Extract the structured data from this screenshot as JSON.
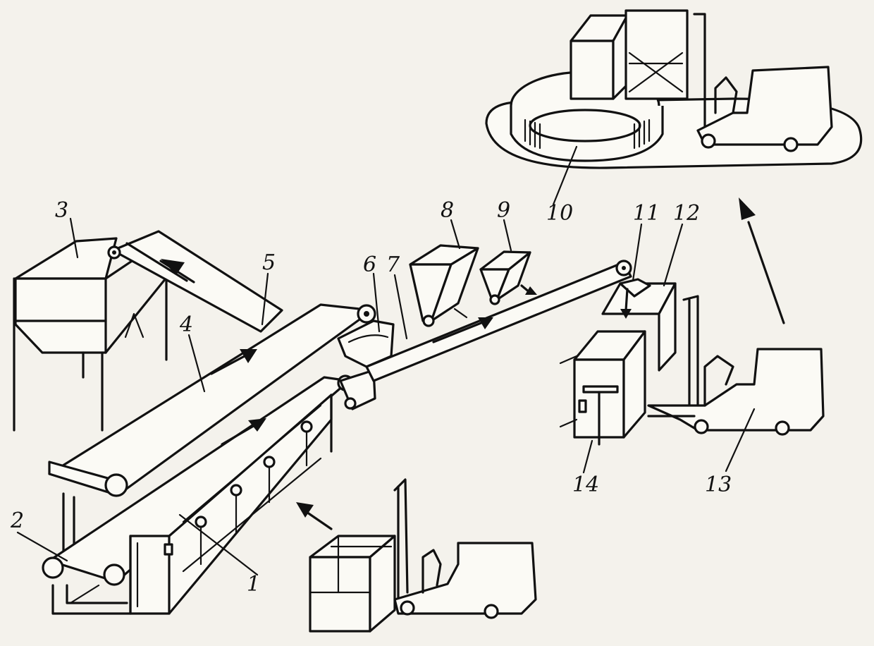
{
  "labels": {
    "l1": "1",
    "l2": "2",
    "l3": "3",
    "l4": "4",
    "l5": "5",
    "l6": "6",
    "l7": "7",
    "l8": "8",
    "l9": "9",
    "l10": "10",
    "l11": "11",
    "l12": "12",
    "l13": "13",
    "l14": "14"
  },
  "colors": {
    "ink": "#111111",
    "paper": "#f4f2ec"
  }
}
